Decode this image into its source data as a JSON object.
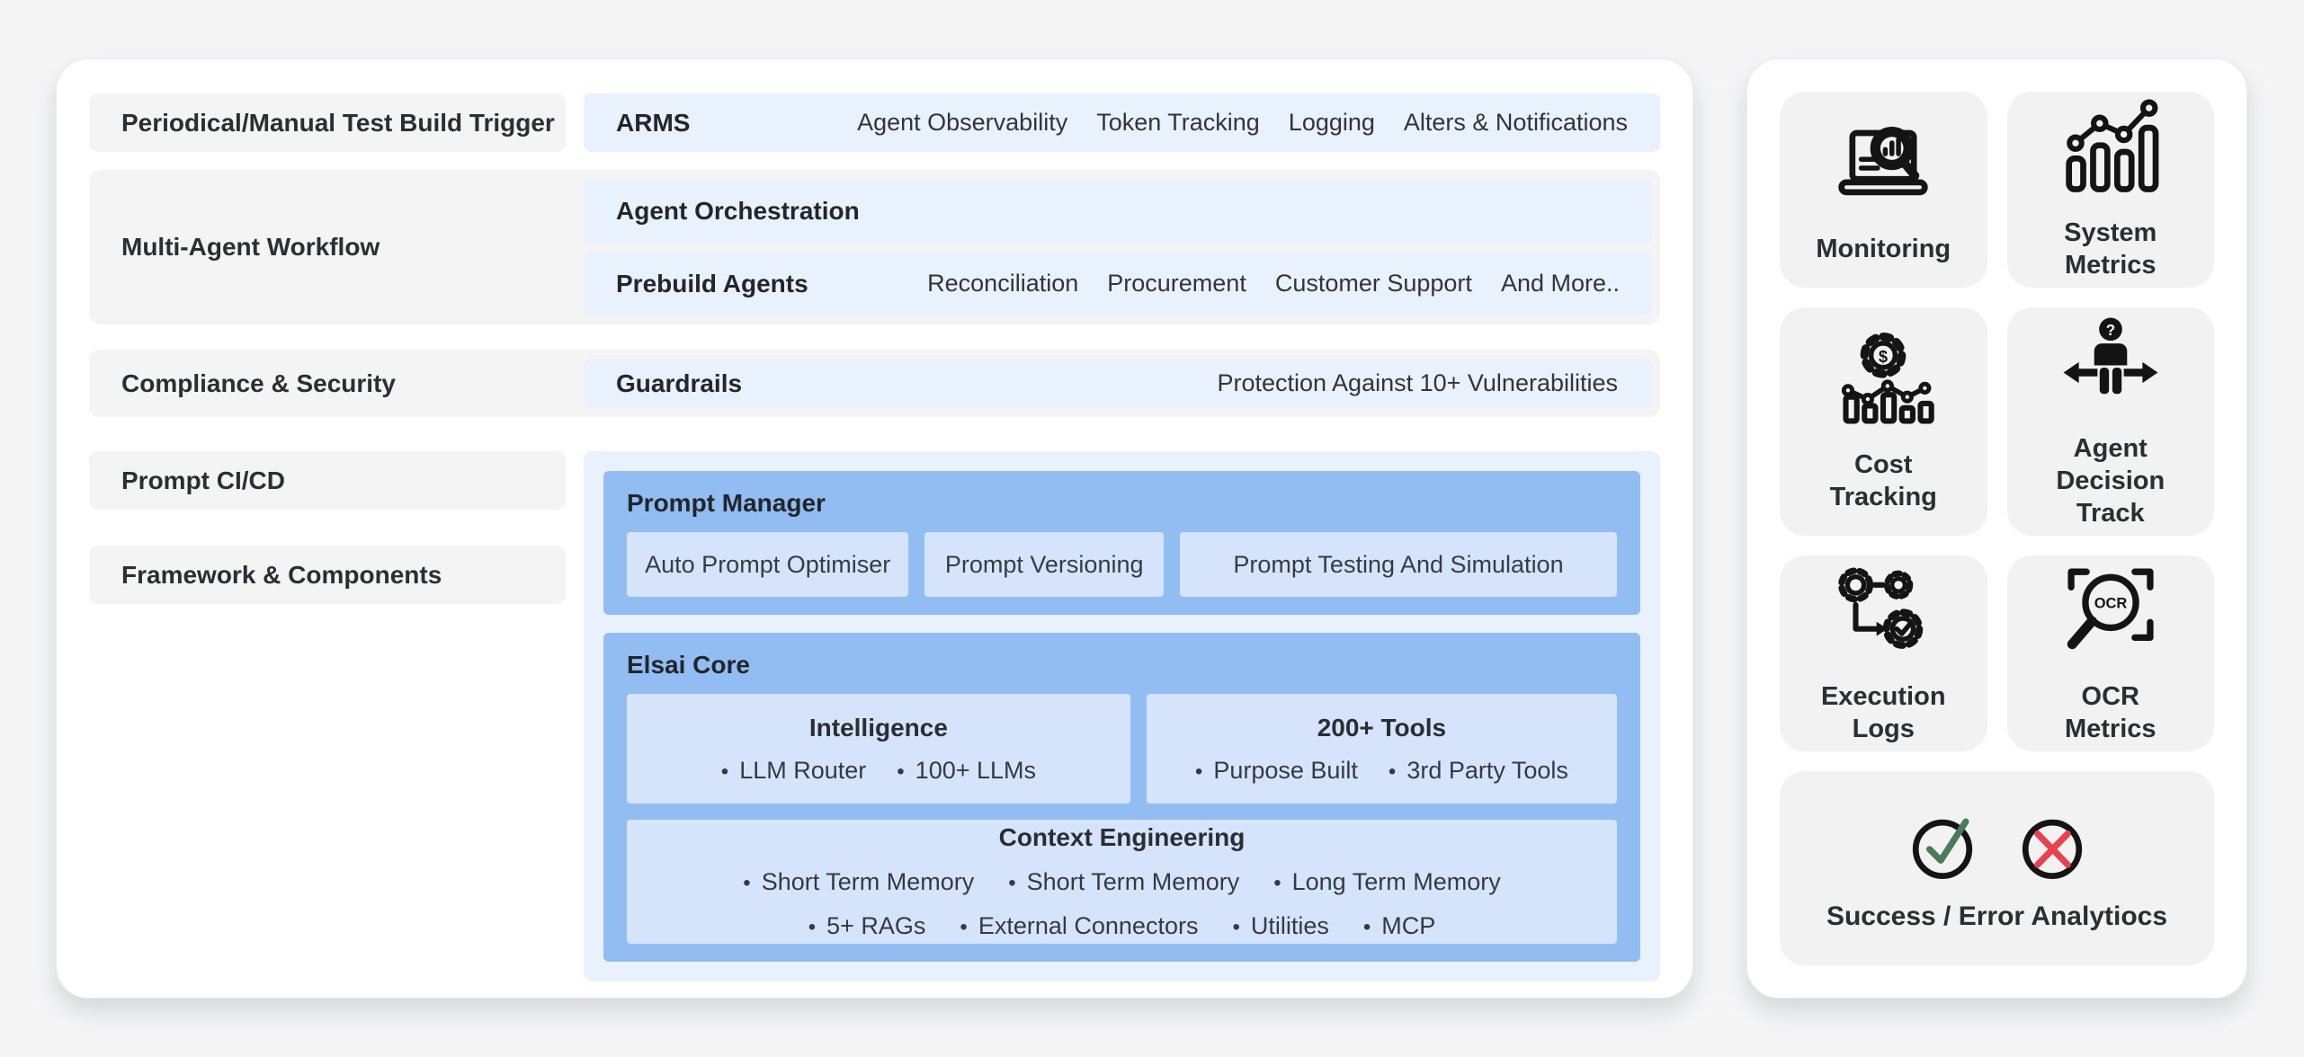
{
  "left_card": {
    "trigger_box": "Periodical/Manual Test Build Trigger",
    "arms": {
      "label": "ARMS",
      "items": [
        "Agent Observability",
        "Token Tracking",
        "Logging",
        "Alters & Notifications"
      ]
    },
    "workflow": {
      "label": "Multi-Agent Workflow",
      "orchestration": {
        "label": "Agent Orchestration"
      },
      "prebuild": {
        "label": "Prebuild Agents",
        "items": [
          "Reconciliation",
          "Procurement",
          "Customer Support",
          "And More.."
        ]
      }
    },
    "compliance": {
      "label": "Compliance & Security",
      "guardrails": {
        "label": "Guardrails",
        "note": "Protection Against 10+ Vulnerabilities"
      }
    },
    "prompt_cicd": "Prompt CI/CD",
    "framework": "Framework & Components",
    "prompt_manager": {
      "title": "Prompt Manager",
      "boxes": [
        "Auto Prompt Optimiser",
        "Prompt Versioning",
        "Prompt Testing And Simulation"
      ]
    },
    "elsai_core": {
      "title": "Elsai Core",
      "intelligence": {
        "title": "Intelligence",
        "items": [
          "LLM Router",
          "100+ LLMs"
        ]
      },
      "tools": {
        "title": "200+ Tools",
        "items": [
          "Purpose Built",
          "3rd Party Tools"
        ]
      },
      "context": {
        "title": "Context Engineering",
        "row1": [
          "Short Term Memory",
          "Short Term Memory",
          "Long Term Memory"
        ],
        "row2": [
          "5+ RAGs",
          "External Connectors",
          "Utilities",
          "MCP"
        ]
      }
    }
  },
  "right_card": {
    "tiles": [
      {
        "icon": "monitoring-icon",
        "lines": [
          "Monitoring"
        ]
      },
      {
        "icon": "system-metrics-icon",
        "lines": [
          "System",
          "Metrics"
        ]
      },
      {
        "icon": "cost-tracking-icon",
        "lines": [
          "Cost",
          "Tracking"
        ]
      },
      {
        "icon": "agent-decision-icon",
        "lines": [
          "Agent Decision",
          "Track"
        ]
      },
      {
        "icon": "execution-logs-icon",
        "lines": [
          "Execution",
          "Logs"
        ]
      },
      {
        "icon": "ocr-metrics-icon",
        "lines": [
          "OCR",
          "Metrics"
        ]
      },
      {
        "icon": "success-error-icons",
        "lines": [
          "Success / Error Analytiocs"
        ]
      }
    ],
    "glyphs": {
      "ocr": "OCR",
      "question": "?",
      "dollar": "$"
    }
  },
  "colors": {
    "page_bg": "#f5f5f6",
    "gray_box": "#f4f4f5",
    "row_blue": "#e9f1fd",
    "panel_blue": "#92bdf2",
    "inner_blue": "#d5e4fb",
    "check_green": "#4a7c59",
    "cross_red": "#e8414f"
  }
}
